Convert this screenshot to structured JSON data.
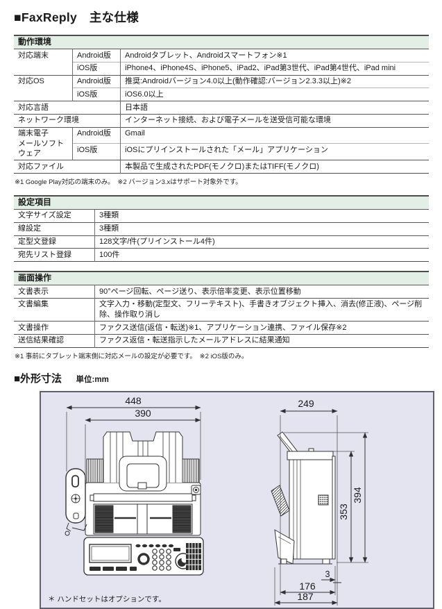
{
  "colors": {
    "section_header_bg": "#e3efe4",
    "table_border_dark": "#4c4c4c",
    "table_border_light": "#b5b5b5",
    "drawing_bg": "#e4e4f0",
    "drawing_border": "#60606e",
    "line_art": "#333333"
  },
  "page": {
    "title": "■FaxReply　主な仕様"
  },
  "env": {
    "header": "動作環境",
    "rows": [
      [
        "対応端末",
        "Android版",
        "Androidタブレット、Androidスマートフォン※1"
      ],
      [
        "",
        "iOS版",
        "iPhone4、iPhone4S、iPhone5、iPad2、iPad第3世代、iPad第4世代、iPad mini"
      ],
      [
        "対応OS",
        "Android版",
        "推奨:Androidバージョン4.0以上(動作確認:バージョン2.3.3以上)※2"
      ],
      [
        "",
        "iOS版",
        "iOS6.0以上"
      ],
      [
        "対応言語",
        "",
        "日本語"
      ],
      [
        "ネットワーク環境",
        "",
        "インターネット接続、および電子メールを送受信可能な環境"
      ],
      [
        "端末電子\nメールソフトウェア",
        "Android版",
        "Gmail"
      ],
      [
        "",
        "iOS版",
        "iOSにプリインストールされた「メール」アプリケーション"
      ],
      [
        "対応ファイル",
        "",
        "本製品で生成されたPDF(モノクロ)またはTIFF(モノクロ)"
      ]
    ],
    "footnote": "※1 Google Play対応の端末のみ。　※2 バージョン3.xはサポート対象外です。"
  },
  "settings": {
    "header": "設定項目",
    "rows": [
      [
        "文字サイズ設定",
        "3種類"
      ],
      [
        "線設定",
        "3種類"
      ],
      [
        "定型文登録",
        "128文字/件(プリインストール4件)"
      ],
      [
        "宛先リスト登録",
        "100件"
      ]
    ]
  },
  "screen": {
    "header": "画面操作",
    "rows": [
      [
        "文書表示",
        "90°ページ回転、ページ送り、表示倍率変更、表示位置移動"
      ],
      [
        "文書編集",
        "文字入力・移動(定型文、フリーテキスト)、手書きオブジェクト挿入、消去(修正液)、ページ削除、操作取り消し"
      ],
      [
        "文書操作",
        "ファクス送信(返信・転送)※1、アプリケーション連携、ファイル保存※2"
      ],
      [
        "送信結果確認",
        "ファクス返信・転送指示したメールアドレスに結果通知"
      ]
    ],
    "footnote": "※1 事前にタブレット端末側に対応メールの設定が必要です。　※2 iOS版のみ。"
  },
  "dimensions": {
    "title": "■外形寸法",
    "unit_label": "単位:mm",
    "note": "＊ ハンドセットはオプションです。",
    "front": {
      "width_total": "448",
      "width_body": "390"
    },
    "side": {
      "depth_total": "249",
      "height_body": "353",
      "height_total": "394",
      "wall_gap": "3",
      "depth_body": "176",
      "depth_with_tray": "187"
    }
  }
}
